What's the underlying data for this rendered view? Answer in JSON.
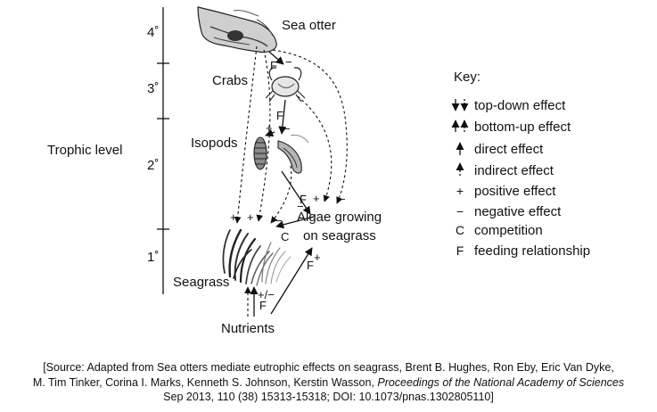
{
  "axis": {
    "title": "Trophic level",
    "levels": [
      "4˚",
      "3˚",
      "2˚",
      "1˚"
    ]
  },
  "organisms": {
    "sea_otter": "Sea otter",
    "crabs": "Crabs",
    "isopods": "Isopods",
    "algae_line1": "Algae growing",
    "algae_line2": "on seagrass",
    "seagrass": "Seagrass",
    "nutrients": "Nutrients"
  },
  "effect_marks": {
    "f": "F",
    "minus": "−",
    "plus": "+",
    "c": "C",
    "plus_minus": "+/−"
  },
  "key": {
    "title": "Key",
    "colon": ":",
    "items": [
      {
        "symbol": "top-down-arrows",
        "label": "top-down effect"
      },
      {
        "symbol": "bottom-up-arrows",
        "label": "bottom-up effect"
      },
      {
        "symbol": "solid-arrow",
        "label": "direct effect"
      },
      {
        "symbol": "dashed-arrow",
        "label": "indirect effect"
      },
      {
        "symbol": "+",
        "label": "positive effect"
      },
      {
        "symbol": "−",
        "label": "negative effect"
      },
      {
        "symbol": "C",
        "label": "competition"
      },
      {
        "symbol": "F",
        "label": "feeding relationship"
      }
    ]
  },
  "source": {
    "line1": "[Source: Adapted from Sea otters mediate eutrophic effects on seagrass, Brent B. Hughes, Ron Eby, Eric Van Dyke,",
    "line2_prefix": "M. Tim Tinker, Corina I. Marks, Kenneth S. Johnson, Kerstin Wasson, ",
    "line2_journal": "Proceedings of the National Academy of Sciences",
    "line3": "Sep 2013, 110 (38) 15313-15318; DOI: 10.1073/pnas.1302805110]"
  },
  "colors": {
    "ink": "#111111",
    "drawing": "#333333",
    "background": "#ffffff"
  }
}
